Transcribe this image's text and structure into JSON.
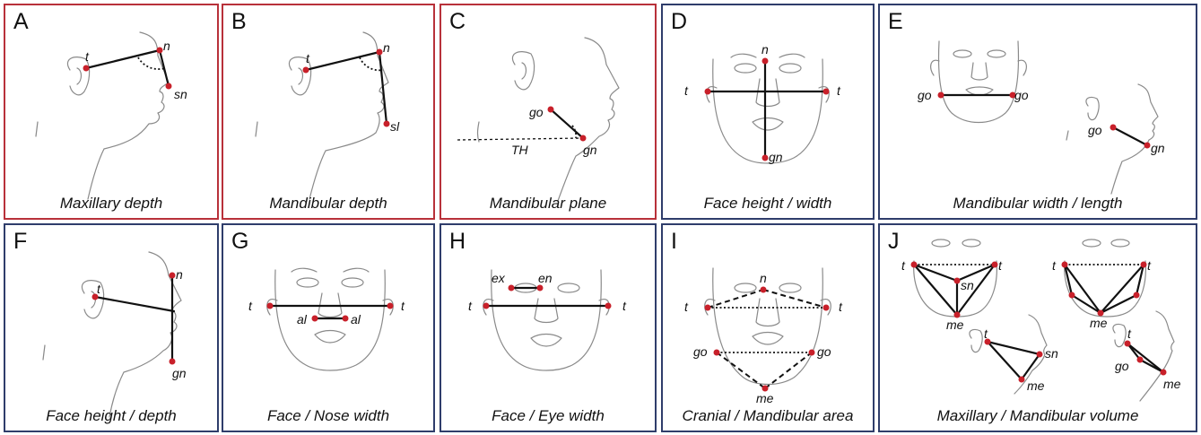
{
  "panels": [
    {
      "letter": "A",
      "caption": "Maxillary depth",
      "border": "#b8313a",
      "labels": [
        "t",
        "n",
        "sn"
      ]
    },
    {
      "letter": "B",
      "caption": "Mandibular depth",
      "border": "#b8313a",
      "labels": [
        "t",
        "n",
        "sl"
      ]
    },
    {
      "letter": "C",
      "caption": "Mandibular plane",
      "border": "#b8313a",
      "labels": [
        "go",
        "gn",
        "TH"
      ]
    },
    {
      "letter": "D",
      "caption": "Face height / width",
      "border": "#2f3d6b",
      "labels": [
        "n",
        "t",
        "t",
        "gn"
      ]
    },
    {
      "letter": "E",
      "caption": "Mandibular width / length",
      "border": "#2f3d6b",
      "labels": [
        "go",
        "go",
        "go",
        "gn"
      ]
    },
    {
      "letter": "F",
      "caption": "Face height / depth",
      "border": "#2f3d6b",
      "labels": [
        "t",
        "n",
        "gn"
      ]
    },
    {
      "letter": "G",
      "caption": "Face / Nose width",
      "border": "#2f3d6b",
      "labels": [
        "t",
        "t",
        "al",
        "al"
      ]
    },
    {
      "letter": "H",
      "caption": "Face / Eye width",
      "border": "#2f3d6b",
      "labels": [
        "ex",
        "en",
        "t",
        "t"
      ]
    },
    {
      "letter": "I",
      "caption": "Cranial / Mandibular area",
      "border": "#2f3d6b",
      "labels": [
        "n",
        "t",
        "t",
        "go",
        "go",
        "me"
      ]
    },
    {
      "letter": "J",
      "caption": "Maxillary / Mandibular volume",
      "border": "#2f3d6b",
      "labels": [
        "t",
        "t",
        "sn",
        "me",
        "t",
        "t",
        "me",
        "t",
        "sn",
        "me",
        "t",
        "go",
        "me"
      ]
    }
  ],
  "colors": {
    "landmark": "#c8202a",
    "sketch": "#8a8a8a",
    "measure": "#111111"
  }
}
